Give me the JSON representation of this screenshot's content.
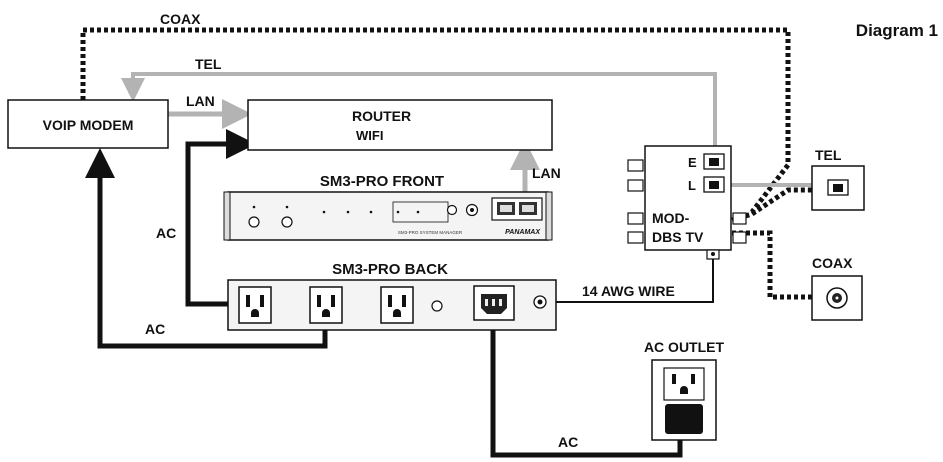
{
  "diagram": {
    "title": "Diagram 1",
    "colors": {
      "line": "#111111",
      "gray_wire": "#b3b3b3",
      "box_fill": "#ffffff",
      "panel_fill": "#f2f2f2"
    },
    "nodes": {
      "voip_modem": "VOIP MODEM",
      "router_line1": "ROUTER",
      "router_line2": "WIFI",
      "sm3_front": "SM3-PRO FRONT",
      "sm3_back": "SM3-PRO BACK",
      "mod_line1": "MOD-",
      "mod_line2": "DBS TV",
      "mod_port_e": "E",
      "mod_port_l": "L",
      "tel_jack": "TEL",
      "coax_jack": "COAX",
      "ac_outlet": "AC OUTLET",
      "brand": "PANAMAX",
      "front_caption": "SM3-PRO SYSTEM MANAGER"
    },
    "connections": {
      "coax_top": "COAX",
      "tel_top": "TEL",
      "lan_modem_router": "LAN",
      "lan_front_router": "LAN",
      "ac_router": "AC",
      "ac_modem": "AC",
      "ground_wire": "14 AWG WIRE",
      "ac_outlet_cord": "AC"
    }
  }
}
